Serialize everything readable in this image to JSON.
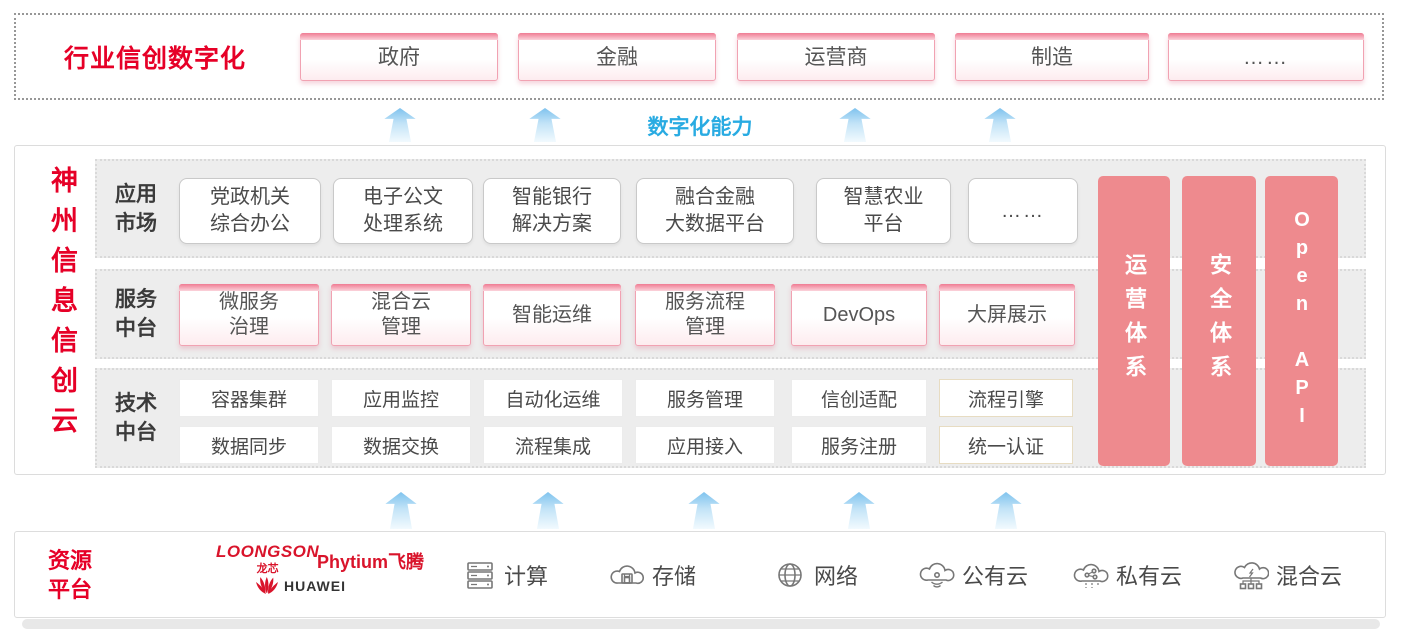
{
  "colors": {
    "accent_red": "#e60027",
    "accent_blue": "#29abe2",
    "pillar_salmon": "#ee8a8e"
  },
  "top_band": {
    "title": "行业信创数字化",
    "industries": [
      "政府",
      "金融",
      "运营商",
      "制造",
      "……"
    ]
  },
  "capability_label": "数字化能力",
  "main": {
    "side_title": "神州信息信创云",
    "app_row": {
      "label": "应用\n市场",
      "boxes": [
        "党政机关\n综合办公",
        "电子公文\n处理系统",
        "智能银行\n解决方案",
        "融合金融\n大数据平台",
        "智慧农业\n平台",
        "……"
      ]
    },
    "service_row": {
      "label": "服务\n中台",
      "boxes": [
        "微服务\n治理",
        "混合云\n管理",
        "智能运维",
        "服务流程\n管理",
        "DevOps",
        "大屏展示"
      ]
    },
    "tech_row": {
      "label": "技术\n中台",
      "boxes_top": [
        "容器集群",
        "应用监控",
        "自动化运维",
        "服务管理",
        "信创适配",
        "流程引擎"
      ],
      "boxes_bottom": [
        "数据同步",
        "数据交换",
        "流程集成",
        "应用接入",
        "服务注册",
        "统一认证"
      ]
    },
    "pillars": [
      "运营体系",
      "安全体系",
      "Open API"
    ]
  },
  "resource_band": {
    "label": "资源\n平台",
    "vendors": {
      "loongson": "LOONGSON",
      "loongson_cn": "龙芯",
      "phytium": "Phytium飞腾",
      "huawei": "HUAWEI"
    },
    "resources": [
      {
        "icon": "server-icon",
        "label": "计算"
      },
      {
        "icon": "storage-cloud-icon",
        "label": "存储"
      },
      {
        "icon": "network-globe-icon",
        "label": "网络"
      },
      {
        "icon": "public-cloud-icon",
        "label": "公有云"
      },
      {
        "icon": "private-cloud-icon",
        "label": "私有云"
      },
      {
        "icon": "hybrid-cloud-icon",
        "label": "混合云"
      }
    ]
  }
}
